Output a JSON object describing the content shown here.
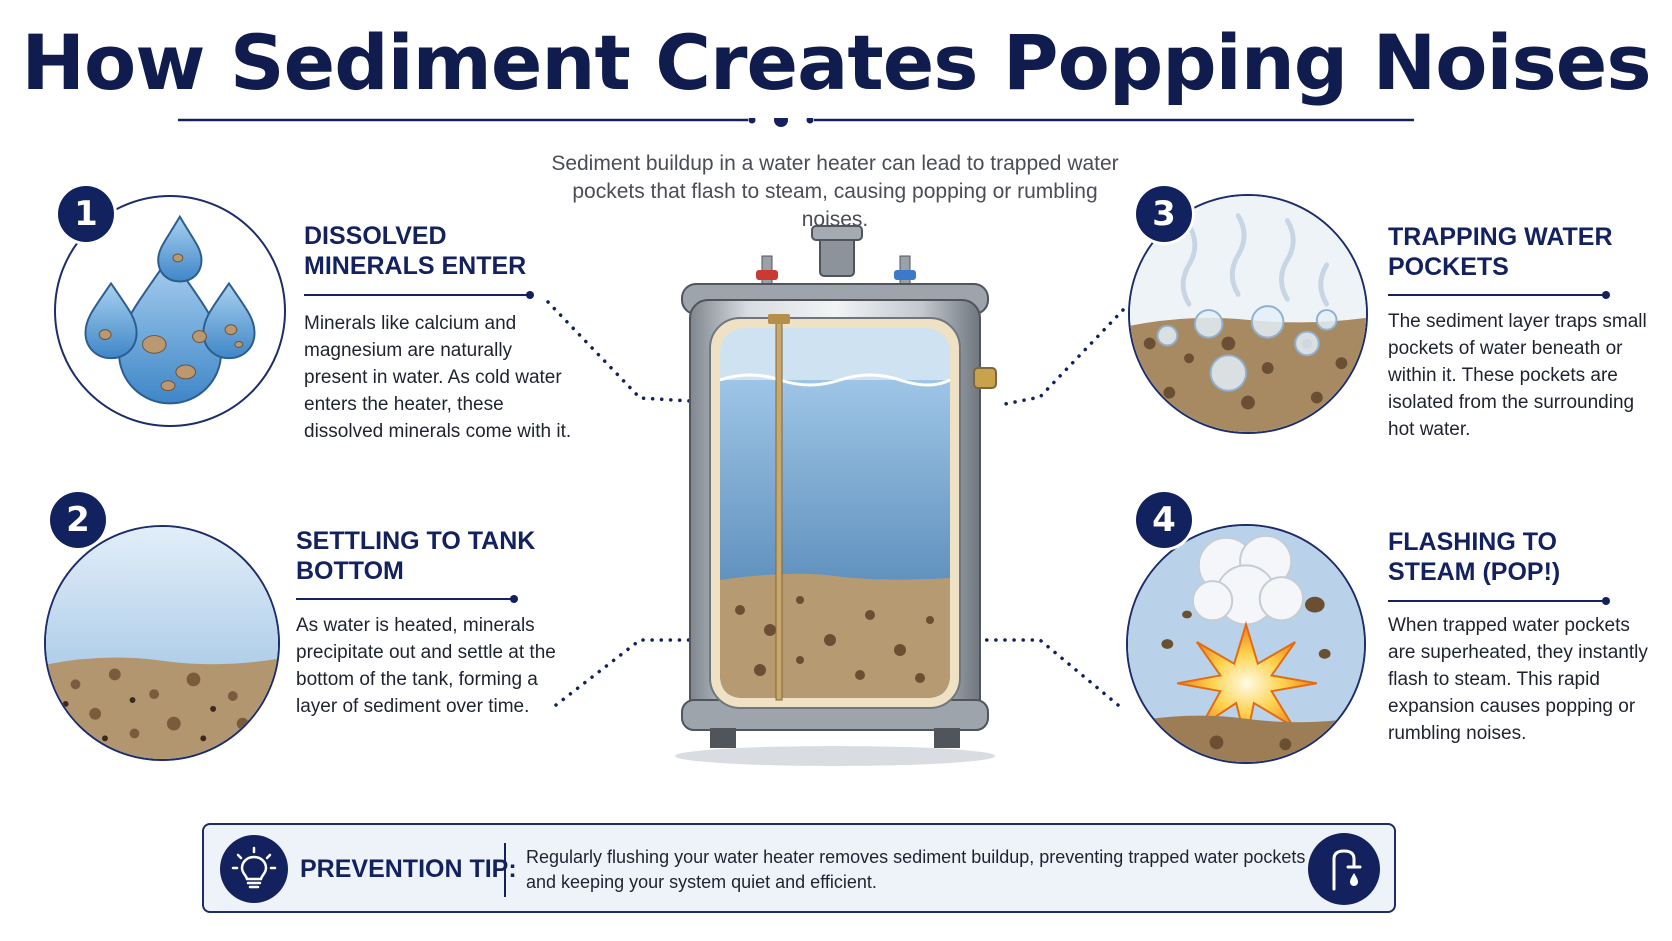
{
  "title": "How Sediment Creates Popping Noises",
  "intro": "Sediment buildup in a water heater can lead to trapped water pockets that flash to steam, causing popping or rumbling noises.",
  "colors": {
    "navy": "#13225e",
    "water": "#5b9fd6",
    "sediment": "#a88a62",
    "flash": "#f7b21e"
  },
  "steps": [
    {
      "number": "1",
      "title": "DISSOLVED MINERALS ENTER",
      "text": "Minerals like calcium and magnesium are naturally present in water. As cold water enters the heater, these dissolved minerals come with it.",
      "icon": "water-droplets-icon"
    },
    {
      "number": "2",
      "title": "SETTLING TO TANK BOTTOM",
      "text": "As water is heated, minerals precipitate out and settle at the bottom of the tank, forming a layer of sediment over time.",
      "icon": "sediment-layer-icon"
    },
    {
      "number": "3",
      "title": "TRAPPING WATER POCKETS",
      "text": "The sediment layer traps small pockets of water beneath or within it. These pockets are isolated from the surrounding hot water.",
      "icon": "trapped-bubbles-icon"
    },
    {
      "number": "4",
      "title": "FLASHING TO STEAM (POP!)",
      "text": "When trapped water pockets are superheated, they instantly flash to steam. This rapid expansion causes popping or rumbling noises.",
      "icon": "steam-explosion-icon"
    }
  ],
  "tip": {
    "label": "PREVENTION TIP:",
    "text": "Regularly flushing your water heater removes sediment buildup, preventing trapped water pockets and keeping your system quiet and efficient.",
    "left_icon": "lightbulb-icon",
    "right_icon": "faucet-drain-icon"
  }
}
